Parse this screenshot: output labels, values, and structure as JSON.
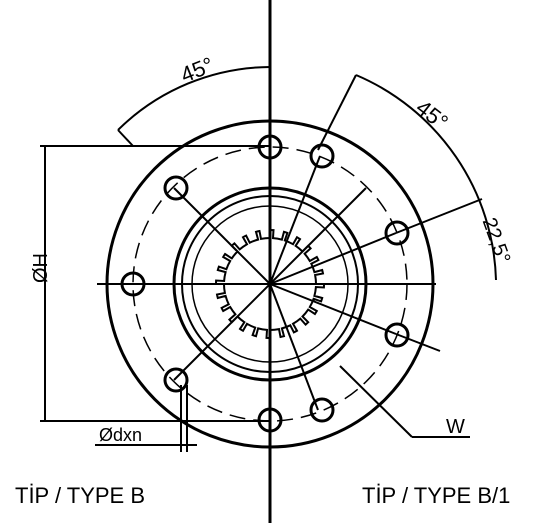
{
  "drawing": {
    "angle_left": "45°",
    "angle_right": "45°",
    "angle_small": "22,5°",
    "dia_h": "ØH",
    "dia_dxn": "Ødxn",
    "w_label": "W",
    "type_left": "TİP / TYPE B",
    "type_right": "TİP / TYPE B/1"
  }
}
